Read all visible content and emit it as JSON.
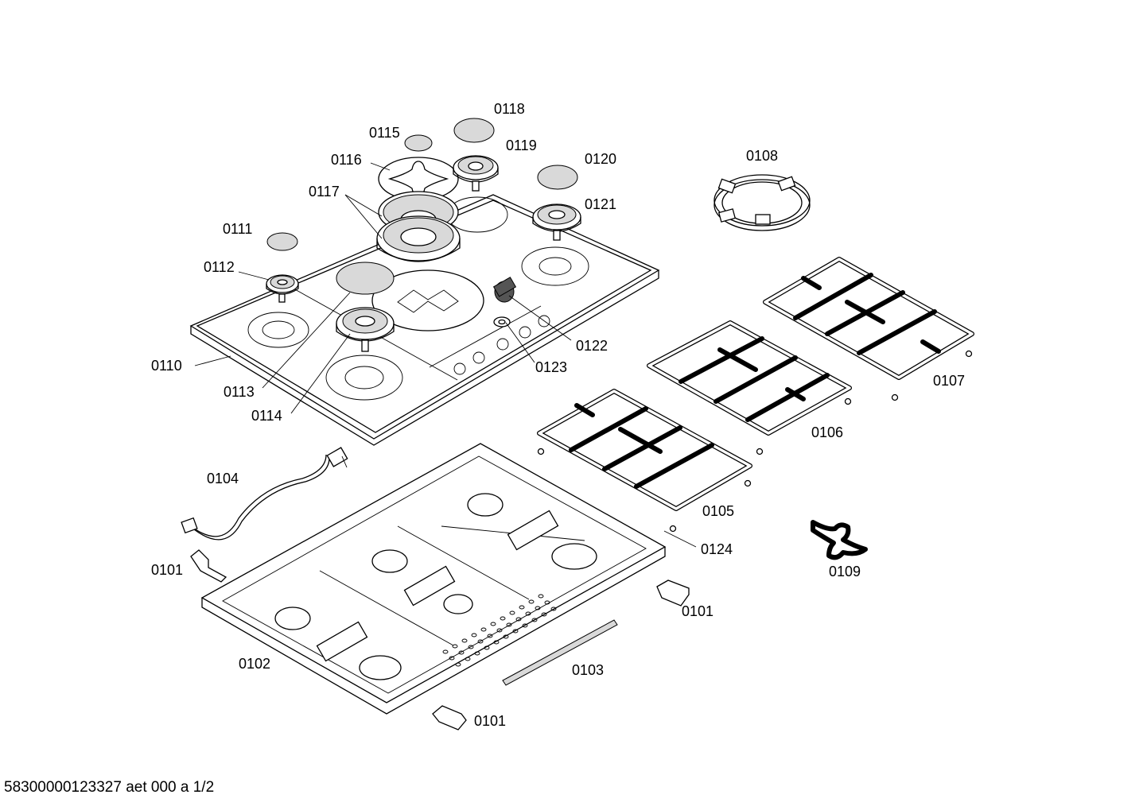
{
  "labels": {
    "p0101": "0101",
    "p0102": "0102",
    "p0103": "0103",
    "p0104": "0104",
    "p0105": "0105",
    "p0106": "0106",
    "p0107": "0107",
    "p0108": "0108",
    "p0109": "0109",
    "p0110": "0110",
    "p0111": "0111",
    "p0112": "0112",
    "p0113": "0113",
    "p0114": "0114",
    "p0115": "0115",
    "p0116": "0116",
    "p0117": "0117",
    "p0118": "0118",
    "p0119": "0119",
    "p0120": "0120",
    "p0121": "0121",
    "p0122": "0122",
    "p0123": "0123",
    "p0124": "0124"
  },
  "footer": "58300000123327 aet 000 a 1/2"
}
